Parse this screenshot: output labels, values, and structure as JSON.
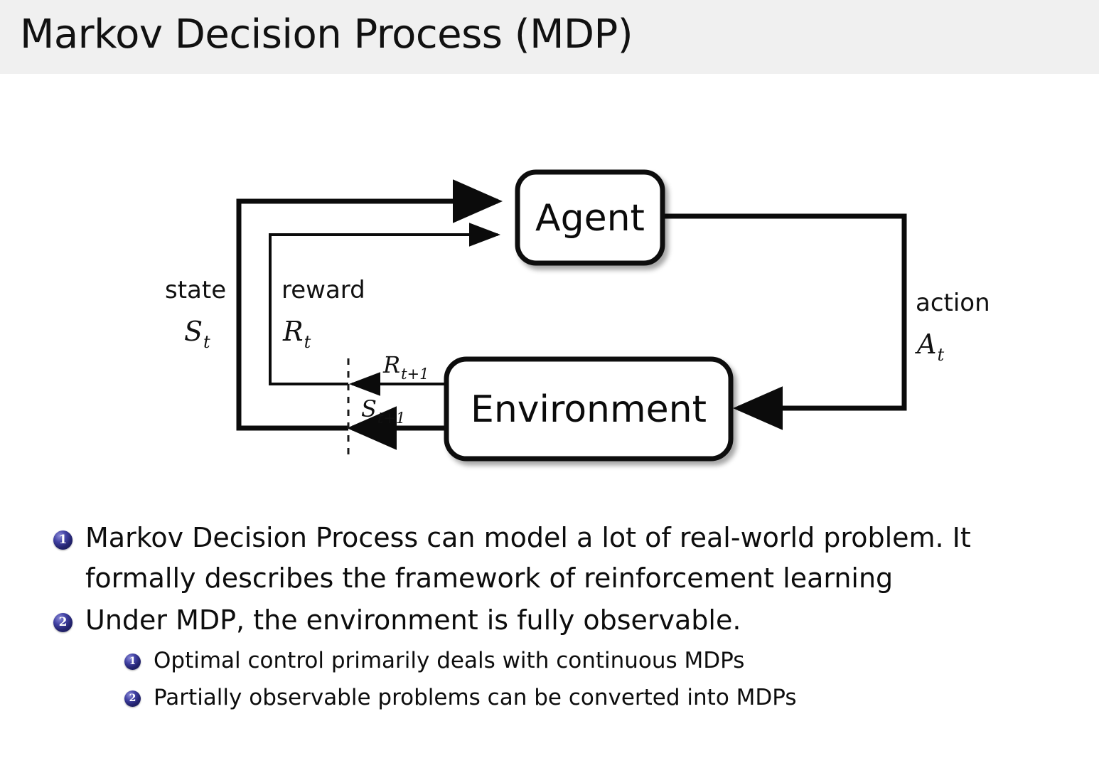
{
  "slide": {
    "title": "Markov Decision Process (MDP)",
    "header_bg": "#f0f0f0",
    "body_bg": "#ffffff",
    "text_color": "#111111",
    "bullet_badge_color": "#242470"
  },
  "diagram": {
    "name": "agent-environment-interaction-loop",
    "boxes": [
      {
        "id": "agent",
        "label": "Agent"
      },
      {
        "id": "environment",
        "label": "Environment"
      }
    ],
    "labels": {
      "state_word": "state",
      "state_symbol": "S",
      "state_subscript": "t",
      "reward_word": "reward",
      "reward_symbol": "R",
      "reward_subscript": "t",
      "action_word": "action",
      "action_symbol": "A",
      "action_subscript": "t",
      "reward_next_symbol": "R",
      "reward_next_subscript": "t+1",
      "state_next_symbol": "S",
      "state_next_subscript": "t+1"
    }
  },
  "bullets": [
    {
      "level": 1,
      "number": "1",
      "lines": [
        "Markov Decision Process can model a lot of real-world problem. It",
        "formally describes the framework of reinforcement learning"
      ]
    },
    {
      "level": 1,
      "number": "2",
      "lines": [
        "Under MDP, the environment is fully observable."
      ]
    },
    {
      "level": 2,
      "number": "1",
      "lines": [
        "Optimal control primarily deals with continuous MDPs"
      ]
    },
    {
      "level": 2,
      "number": "2",
      "lines": [
        "Partially observable problems can be converted into MDPs"
      ]
    }
  ]
}
